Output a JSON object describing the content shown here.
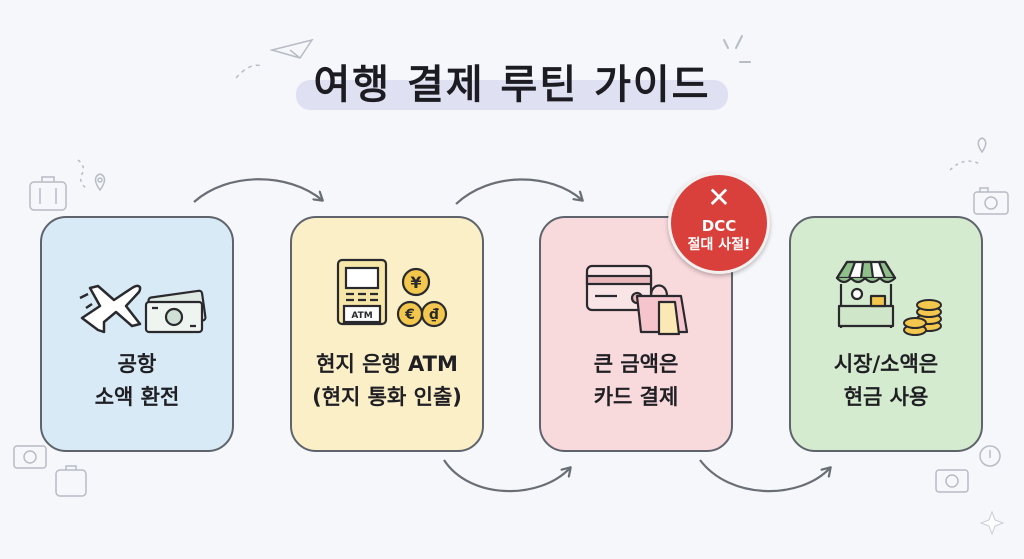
{
  "title": "여행 결제 루틴 가이드",
  "steps": [
    {
      "line1": "공항",
      "line2": "소액 환전",
      "icon": "airplane-and-cash-icon",
      "color": "#d7eaf6"
    },
    {
      "line1": "현지 은행 ATM",
      "line2": "(현지 통화 인출)",
      "icon": "atm-and-currency-icon",
      "color": "#fbefc8"
    },
    {
      "line1": "큰 금액은",
      "line2": "카드 결제",
      "icon": "card-and-shopping-bag-icon",
      "color": "#f8d9dc"
    },
    {
      "line1": "시장/소액은",
      "line2": "현금 사용",
      "icon": "market-stall-and-coins-icon",
      "color": "#d5ebcf"
    }
  ],
  "warning_badge": {
    "symbol": "✕",
    "line1": "DCC",
    "line2": "절대 사절!",
    "color": "#d9403c"
  },
  "atm_screen_text": "ATM",
  "currency_symbols": [
    "¥",
    "€",
    "₫"
  ]
}
